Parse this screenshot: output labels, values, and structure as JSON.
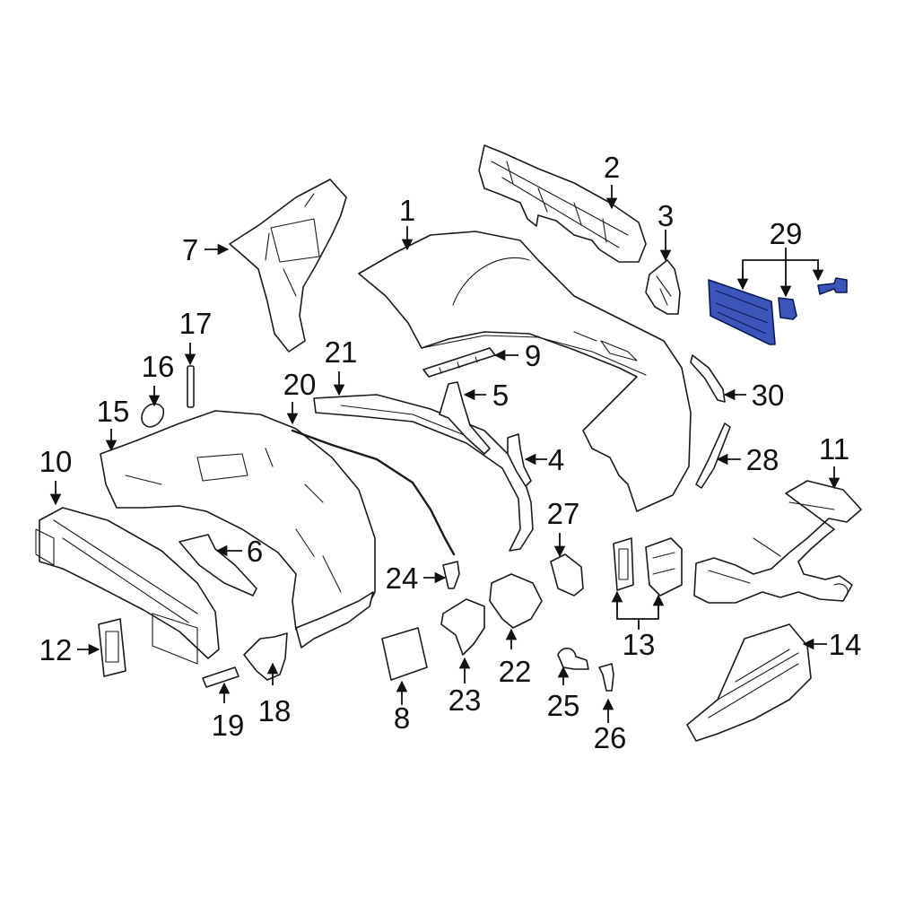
{
  "callouts": {
    "c1": "1",
    "c2": "2",
    "c3": "3",
    "c4": "4",
    "c5": "5",
    "c6": "6",
    "c7": "7",
    "c8": "8",
    "c9": "9",
    "c10": "10",
    "c11": "11",
    "c12": "12",
    "c13": "13",
    "c14": "14",
    "c15": "15",
    "c16": "16",
    "c17": "17",
    "c18": "18",
    "c19": "19",
    "c20": "20",
    "c21": "21",
    "c22": "22",
    "c23": "23",
    "c24": "24",
    "c25": "25",
    "c26": "26",
    "c27": "27",
    "c28": "28",
    "c29": "29",
    "c30": "30"
  },
  "highlighted_part": "29",
  "colors": {
    "line": "#1a1a1a",
    "highlight_fill": "#3b55b8",
    "highlight_stroke": "#0d1a55",
    "background": "#ffffff"
  }
}
